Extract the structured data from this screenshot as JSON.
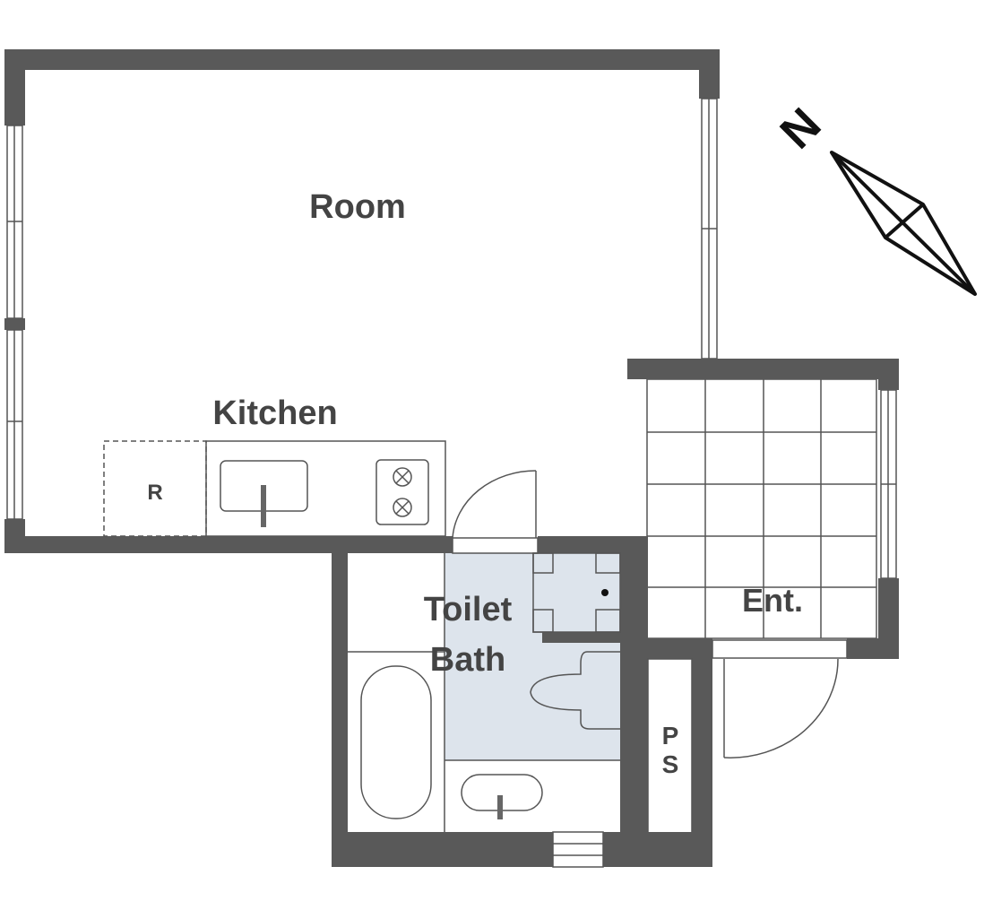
{
  "rooms": {
    "room": "Room",
    "kitchen": "Kitchen",
    "refrigerator": "R",
    "toilet": "Toilet",
    "bath": "Bath",
    "entrance": "Ent.",
    "pipe_space_p": "P",
    "pipe_space_s": "S"
  },
  "compass": {
    "north": "N"
  },
  "colors": {
    "wall": "#595959",
    "wet_area": "#dde4ec"
  }
}
